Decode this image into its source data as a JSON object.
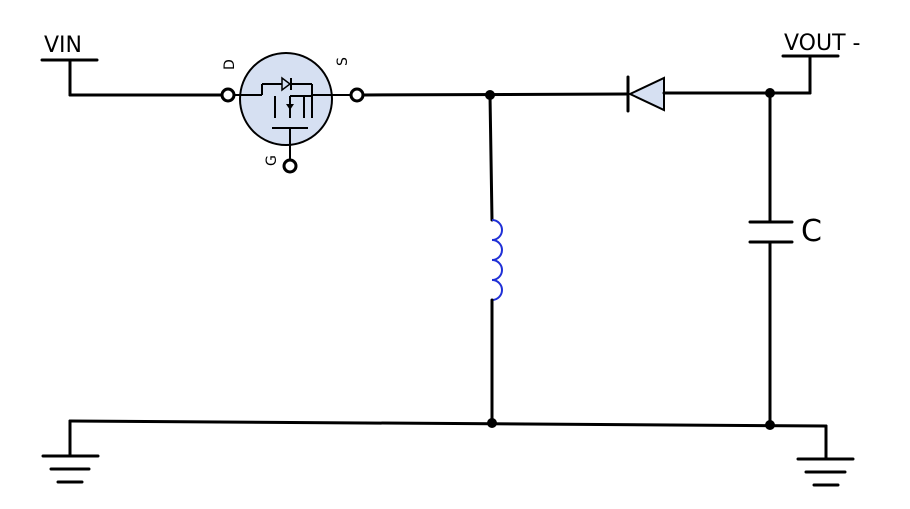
{
  "labels": {
    "vin": "VIN",
    "vout": "VOUT -",
    "capacitor": "C",
    "drain": "D",
    "source": "S",
    "gate": "G"
  },
  "colors": {
    "wire": "#000000",
    "inductor": "#1f2fd6",
    "mosfet_fill": "#d6e0f2",
    "diode_fill": "#d6e0f2",
    "background": "#ffffff"
  },
  "components": {
    "switch": "mosfet-icon",
    "diode": "diode-icon",
    "inductor": "inductor-icon",
    "capacitor": "capacitor-icon",
    "ground": "ground-icon"
  }
}
